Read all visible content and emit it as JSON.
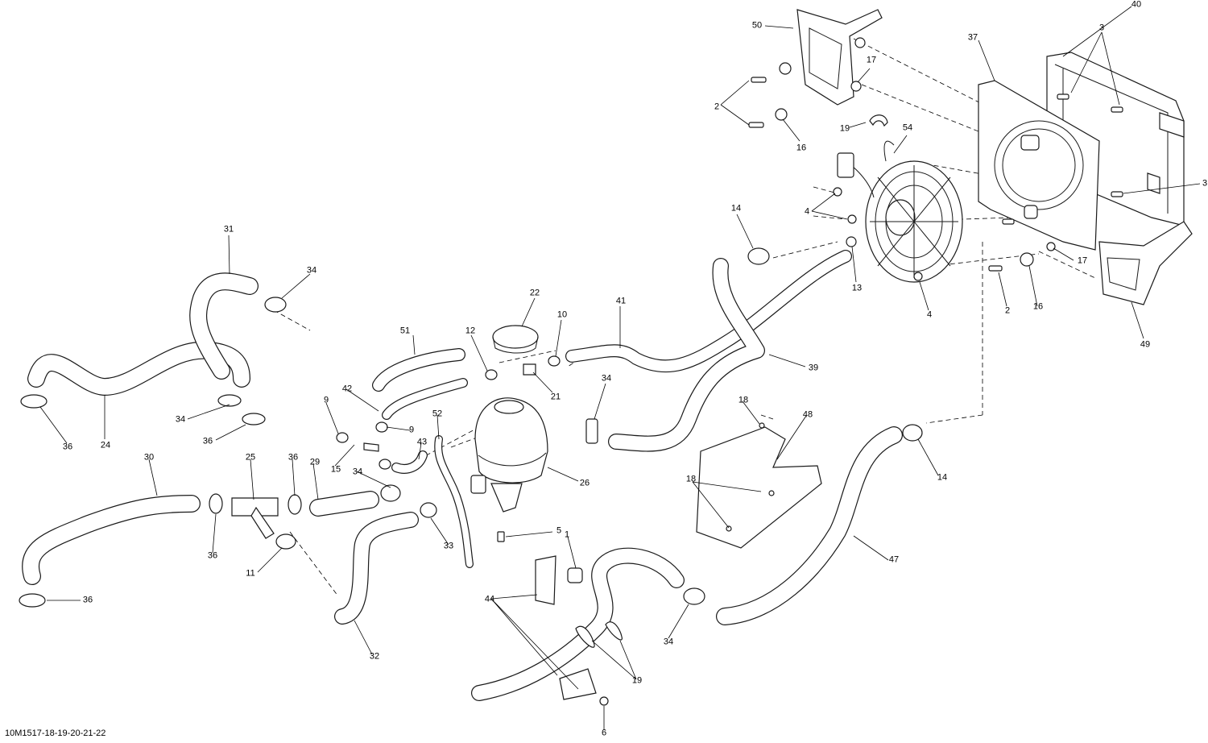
{
  "document": {
    "reference": "10M1517-18-19-20-21-22"
  },
  "callouts": [
    {
      "id": "50",
      "label": "50"
    },
    {
      "id": "40",
      "label": "40"
    },
    {
      "id": "37",
      "label": "37"
    },
    {
      "id": "3a",
      "label": "3"
    },
    {
      "id": "3b",
      "label": "3"
    },
    {
      "id": "17a",
      "label": "17"
    },
    {
      "id": "2a",
      "label": "2"
    },
    {
      "id": "16a",
      "label": "16"
    },
    {
      "id": "19a",
      "label": "19"
    },
    {
      "id": "54",
      "label": "54"
    },
    {
      "id": "4a",
      "label": "4"
    },
    {
      "id": "14a",
      "label": "14"
    },
    {
      "id": "13",
      "label": "13"
    },
    {
      "id": "4b",
      "label": "4"
    },
    {
      "id": "17b",
      "label": "17"
    },
    {
      "id": "2b",
      "label": "2"
    },
    {
      "id": "16b",
      "label": "16"
    },
    {
      "id": "49",
      "label": "49"
    },
    {
      "id": "31",
      "label": "31"
    },
    {
      "id": "34a",
      "label": "34"
    },
    {
      "id": "22",
      "label": "22"
    },
    {
      "id": "41",
      "label": "41"
    },
    {
      "id": "10",
      "label": "10"
    },
    {
      "id": "51",
      "label": "51"
    },
    {
      "id": "12",
      "label": "12"
    },
    {
      "id": "21",
      "label": "21"
    },
    {
      "id": "39",
      "label": "39"
    },
    {
      "id": "36a",
      "label": "36"
    },
    {
      "id": "24",
      "label": "24"
    },
    {
      "id": "34b",
      "label": "34"
    },
    {
      "id": "36b",
      "label": "36"
    },
    {
      "id": "9a",
      "label": "9"
    },
    {
      "id": "42",
      "label": "42"
    },
    {
      "id": "9b",
      "label": "9"
    },
    {
      "id": "34c",
      "label": "34"
    },
    {
      "id": "18a",
      "label": "18"
    },
    {
      "id": "48",
      "label": "48"
    },
    {
      "id": "52",
      "label": "52"
    },
    {
      "id": "43",
      "label": "43"
    },
    {
      "id": "15",
      "label": "15"
    },
    {
      "id": "26",
      "label": "26"
    },
    {
      "id": "14b",
      "label": "14"
    },
    {
      "id": "30",
      "label": "30"
    },
    {
      "id": "25",
      "label": "25"
    },
    {
      "id": "36c",
      "label": "36"
    },
    {
      "id": "29",
      "label": "29"
    },
    {
      "id": "34d",
      "label": "34"
    },
    {
      "id": "18b",
      "label": "18"
    },
    {
      "id": "36d",
      "label": "36"
    },
    {
      "id": "33",
      "label": "33"
    },
    {
      "id": "5",
      "label": "5"
    },
    {
      "id": "11",
      "label": "11"
    },
    {
      "id": "1",
      "label": "1"
    },
    {
      "id": "47",
      "label": "47"
    },
    {
      "id": "44",
      "label": "44"
    },
    {
      "id": "36e",
      "label": "36"
    },
    {
      "id": "34e",
      "label": "34"
    },
    {
      "id": "32",
      "label": "32"
    },
    {
      "id": "19b",
      "label": "19"
    },
    {
      "id": "6",
      "label": "6"
    }
  ]
}
